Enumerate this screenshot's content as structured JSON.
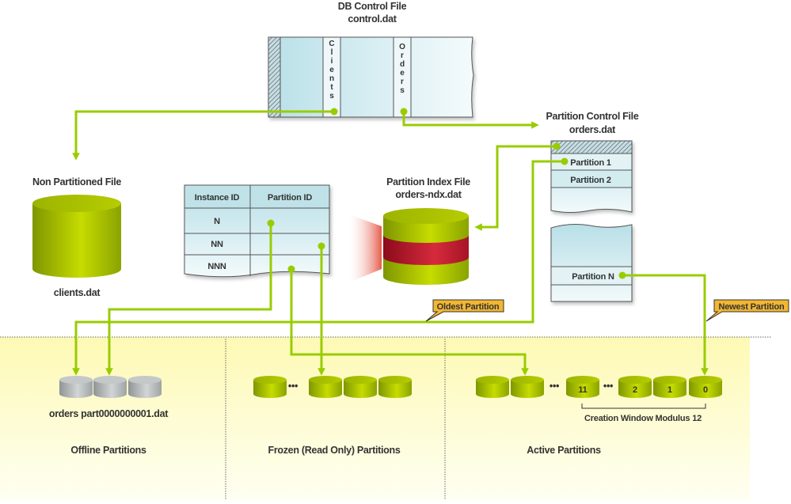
{
  "colors": {
    "connector": "#99cc00",
    "cylinder_green": "#a6c200",
    "cylinder_gray": "#b8bcbd",
    "index_band_red": "#c51f35",
    "callout_fill": "#f2b630",
    "zone_fill": "#fdfbc2",
    "file_fill": "#cde9ee"
  },
  "db_control_file": {
    "title": "DB Control File",
    "filename": "control.dat",
    "columns": [
      "Clients",
      "Orders"
    ]
  },
  "non_partitioned_file": {
    "title": "Non Partitioned File",
    "filename": "clients.dat"
  },
  "partition_control_file": {
    "title": "Partition Control File",
    "filename": "orders.dat",
    "rows_top": [
      "Partition 1",
      "Partition 2"
    ],
    "rows_bottom": [
      "Partition N"
    ]
  },
  "partition_index_file": {
    "title": "Partition Index File",
    "filename": "orders-ndx.dat"
  },
  "index_table": {
    "headers": [
      "Instance ID",
      "Partition ID"
    ],
    "rows": [
      [
        "N",
        ""
      ],
      [
        "NN",
        ""
      ],
      [
        "NNN",
        ""
      ]
    ]
  },
  "callouts": {
    "oldest": "Oldest Partition",
    "newest": "Newest Partition"
  },
  "zones": {
    "offline": {
      "label": "Offline Partitions",
      "file_label": "orders part0000000001.dat",
      "cylinder_count": 3
    },
    "frozen": {
      "label": "Frozen (Read Only) Partitions",
      "ellipsis": "•••"
    },
    "active": {
      "label": "Active Partitions",
      "ellipsis": "•••",
      "numbered": [
        "11",
        "2",
        "1",
        "0"
      ],
      "bracket_label": "Creation Window Modulus 12"
    }
  }
}
